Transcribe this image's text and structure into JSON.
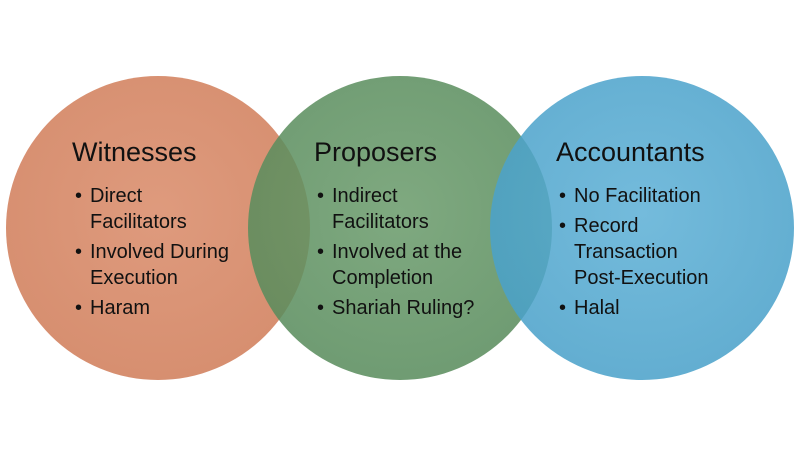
{
  "diagram": {
    "type": "venn",
    "circles": [
      {
        "title": "Witnesses",
        "color": "#d4825f",
        "bullets": [
          {
            "lines": [
              "Direct",
              "Facilitators"
            ]
          },
          {
            "lines": [
              "Involved During",
              "Execution"
            ]
          },
          {
            "lines": [
              "Haram"
            ]
          }
        ]
      },
      {
        "title": "Proposers",
        "color": "#5f9263",
        "bullets": [
          {
            "lines": [
              "Indirect",
              "Facilitators"
            ]
          },
          {
            "lines": [
              "Involved at the",
              "Completion"
            ]
          },
          {
            "lines": [
              "Shariah Ruling?"
            ]
          }
        ]
      },
      {
        "title": "Accountants",
        "color": "#4ea7cf",
        "bullets": [
          {
            "lines": [
              "No Facilitation"
            ]
          },
          {
            "lines": [
              "Record",
              "Transaction",
              "Post-Execution"
            ]
          },
          {
            "lines": [
              "Halal"
            ]
          }
        ]
      }
    ],
    "bullet_char": "•"
  }
}
